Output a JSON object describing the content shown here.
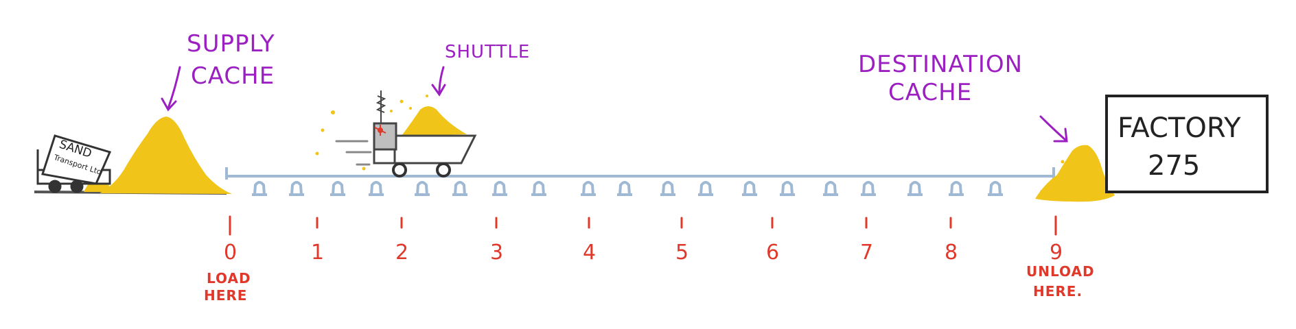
{
  "labels": {
    "supply_cache": [
      "SUPPLY",
      "CACHE"
    ],
    "shuttle": "SHUTTLE",
    "destination_cache": [
      "DESTINATION",
      "CACHE"
    ],
    "load_note": [
      "LOAD",
      "HERE"
    ],
    "unload_note": [
      "UNLOAD",
      "HERE."
    ]
  },
  "factory": {
    "line1": "FACTORY",
    "line2": "275"
  },
  "truck_sign": {
    "line1": "SAND",
    "line2": "Transport Ltd"
  },
  "positions": [
    "0",
    "1",
    "2",
    "3",
    "4",
    "5",
    "6",
    "7",
    "8",
    "9"
  ],
  "colors": {
    "label": "#9b1fc1",
    "marker": "#e0382b",
    "sand": "#f0c419",
    "rail": "#9fb8d3",
    "ink": "#333333"
  }
}
